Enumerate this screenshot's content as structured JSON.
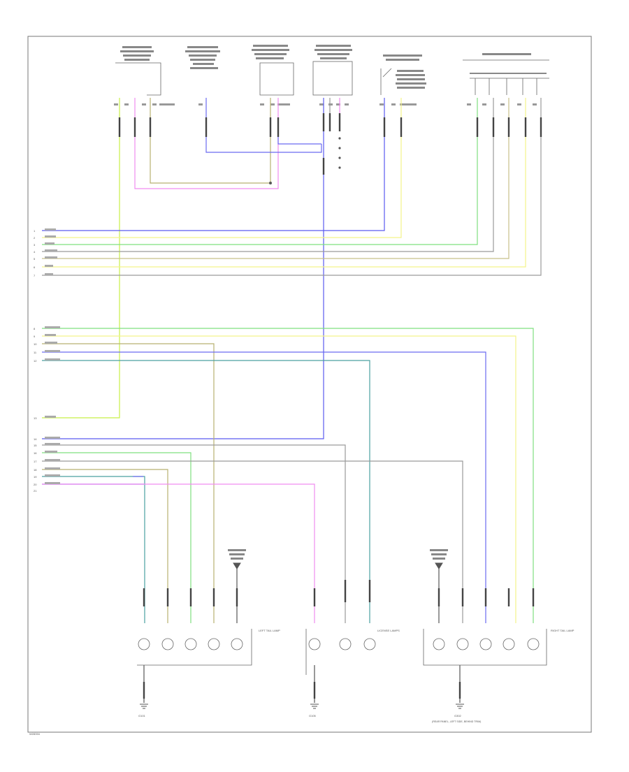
{
  "diagram": {
    "footer_code": "W28394",
    "connectors": {
      "upper_a": [
        "1",
        "2",
        "3",
        "4",
        "5",
        "6",
        "7"
      ],
      "mid_b": [
        "8",
        "9",
        "10",
        "11",
        "12"
      ],
      "mid_c": [
        "13"
      ],
      "lower_d": [
        "14",
        "15",
        "16",
        "17",
        "18",
        "19",
        "20",
        "21"
      ]
    },
    "grounds": {
      "left": "G101",
      "center": "G105",
      "right": "G302",
      "right_note": "(REAR PANEL, LEFT SIDE, BEHIND TRIM)"
    },
    "lamp_labels": {
      "left_tail": "LEFT TAIL LAMP",
      "center": "LICENSE LAMPS",
      "right_tail": "RIGHT TAIL LAMP"
    },
    "wire_colors": {
      "blue": "#5a5af0",
      "green": "#7fe07f",
      "yellow": "#f3f38a",
      "pink": "#f08cf0",
      "lime": "#c8f046",
      "olive": "#b8b070",
      "gray": "#9a9a9a",
      "teal": "#4aa0a0"
    }
  }
}
